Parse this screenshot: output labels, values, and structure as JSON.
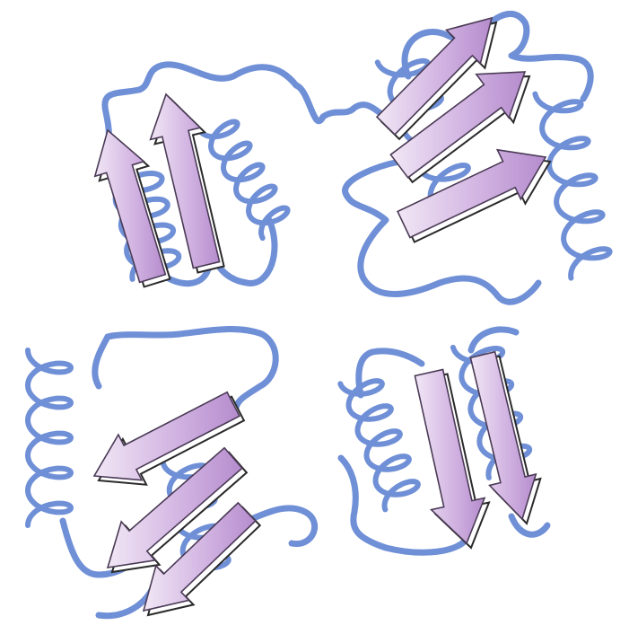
{
  "diagram": {
    "subject": "protein-secondary-structure-tetramer",
    "colors": {
      "background": "#ffffff",
      "ribbon": "#6f8fd6",
      "ribbon_edge": "#4f6fbf",
      "strand_light": "#f1e7f5",
      "strand_mid": "#d2b4e2",
      "strand_dark": "#b58ccd",
      "strand_outline": "#4a3a55",
      "strand_shadow": "#ffffff"
    },
    "domains": [
      {
        "name": "top-left-domain",
        "beta_strands": 2,
        "alpha_helices": 2
      },
      {
        "name": "top-right-domain",
        "beta_strands": 3,
        "alpha_helices": 2
      },
      {
        "name": "bottom-left-domain",
        "beta_strands": 3,
        "alpha_helices": 2
      },
      {
        "name": "bottom-right-domain",
        "beta_strands": 2,
        "alpha_helices": 2
      }
    ]
  }
}
